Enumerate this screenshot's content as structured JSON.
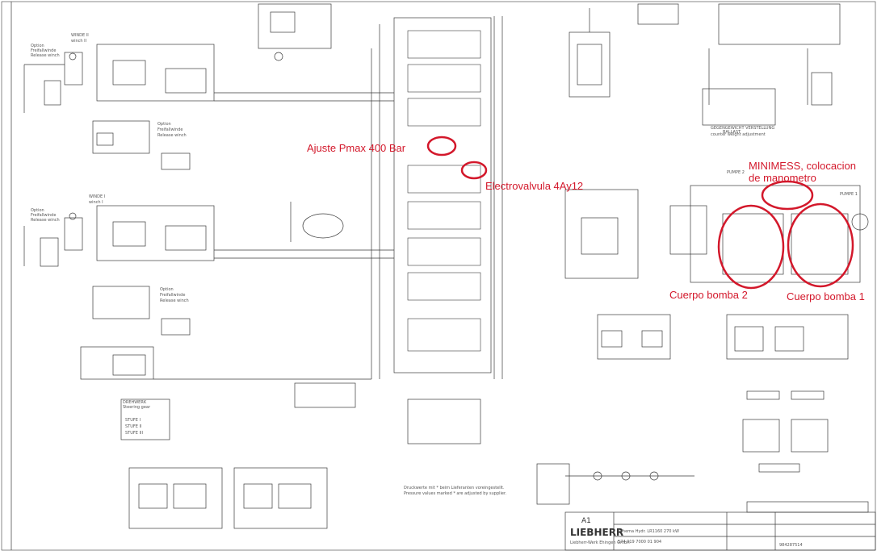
{
  "annotations": {
    "ajuste": "Ajuste Pmax 400 Bar",
    "electrovalvula": "Electrovalvula 4Ay12",
    "minimess_line1": "MINIMESS, colocacion",
    "minimess_line2": "de manometro",
    "bomba2": "Cuerpo bomba 2",
    "bomba1": "Cuerpo bomba 1"
  },
  "colors": {
    "annotation": "#d3182b",
    "line": "#3a3a3a",
    "background": "#ffffff"
  },
  "schematic": {
    "winch2_title": "WINDE II",
    "winch2_sub": "winch II",
    "winch1_title": "WINDE I",
    "winch1_sub": "winch I",
    "option": "Option",
    "freifall": "Freifallwinde",
    "release": "Release winch",
    "drehwerk": "DREHWERK",
    "steering": "Steering gear",
    "stufe1": "STUFE I",
    "stufe2": "STUFE II",
    "stufe3": "STUFE III",
    "ballast": "BALLAST",
    "gegengewicht": "GEGENGEWICHT VERSTELLUNG",
    "counterweight": "counter weight adjustment",
    "hauptpumpe": "PUMPE 1",
    "pumpe2": "PUMPE 2",
    "druckwerte_de": "Druckwerte mit * beim Lieferanten voreingestellt.",
    "druckwerte_en": "Pressure values marked * are adjusted by supplier.",
    "liebherr": "LIEBHERR",
    "company": "Liebherr-Werk Ehingen GmbH",
    "title_a1": "A1",
    "schema": "Schema Hydr. LR1160 270 kW",
    "drawing_no": "574 019 7000 01 904",
    "sheet_no": "984287514"
  }
}
